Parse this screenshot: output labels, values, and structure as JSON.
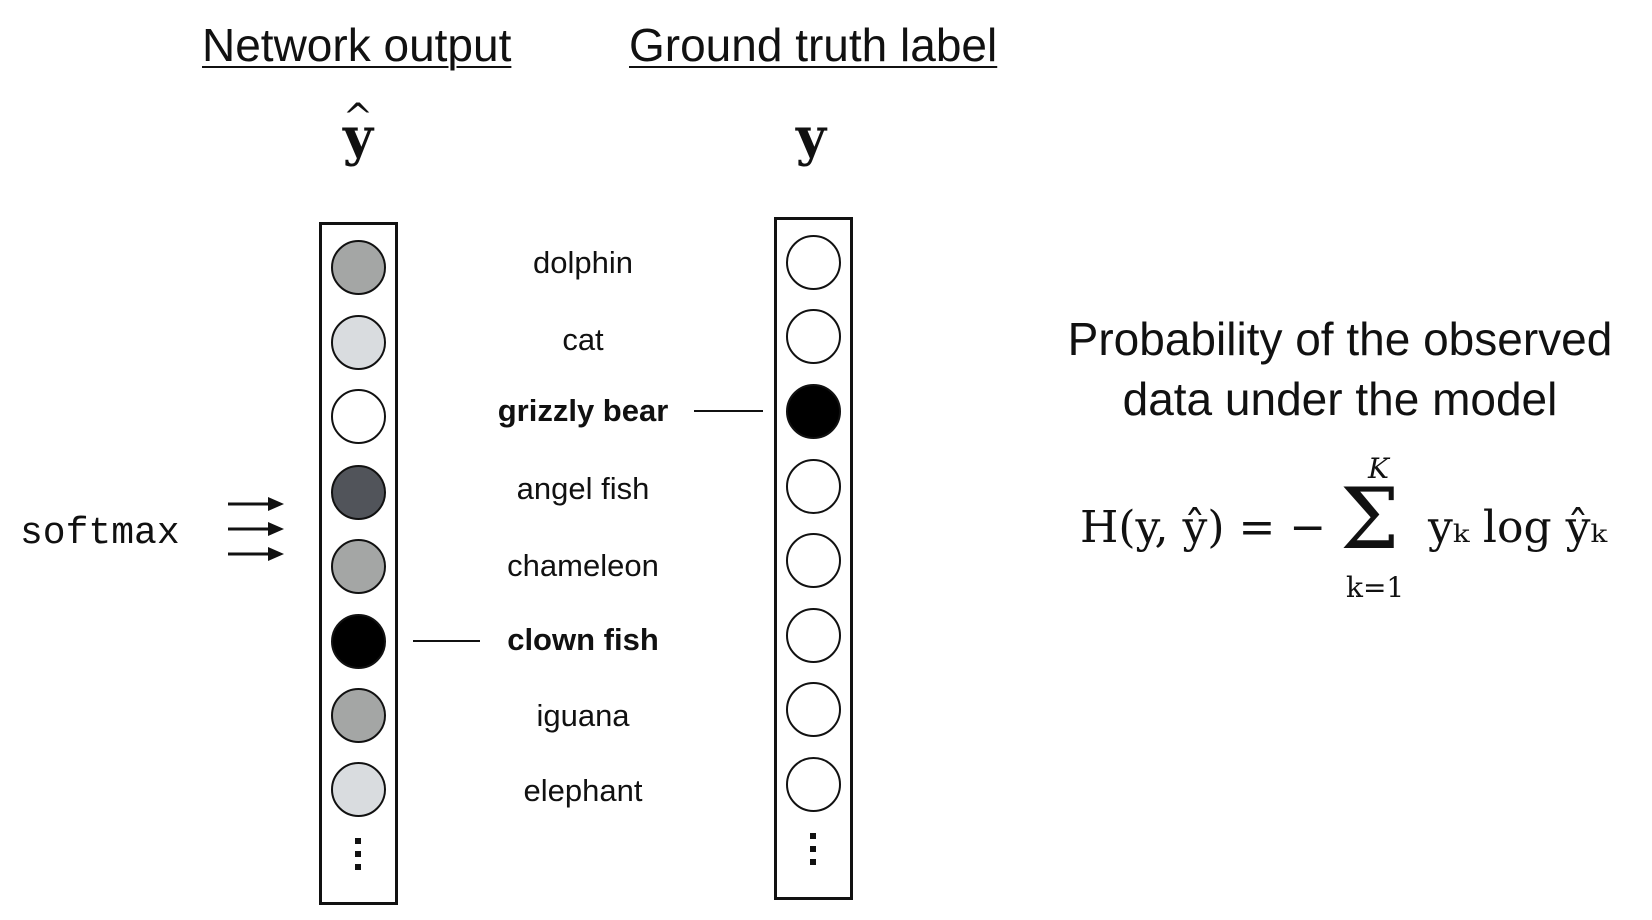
{
  "headings": {
    "output": "Network output",
    "truth": "Ground truth label"
  },
  "symbols": {
    "output_vector": "y",
    "output_hat": "^",
    "truth_vector": "y"
  },
  "softmax_label": "softmax",
  "classes": [
    {
      "label": "dolphin",
      "highlight": false
    },
    {
      "label": "cat",
      "highlight": false
    },
    {
      "label": "grizzly bear",
      "highlight": true
    },
    {
      "label": "angel fish",
      "highlight": false
    },
    {
      "label": "chameleon",
      "highlight": false
    },
    {
      "label": "clown fish",
      "highlight": true
    },
    {
      "label": "iguana",
      "highlight": false
    },
    {
      "label": "elephant",
      "highlight": false
    }
  ],
  "output_shades": [
    "#a4a6a5",
    "#d9dcdf",
    "#ffffff",
    "#51545a",
    "#a4a6a5",
    "#000000",
    "#a4a6a5",
    "#d9dcdf"
  ],
  "truth_shades": [
    "#ffffff",
    "#ffffff",
    "#000000",
    "#ffffff",
    "#ffffff",
    "#ffffff",
    "#ffffff",
    "#ffffff"
  ],
  "caption": {
    "line1": "Probability of the observed",
    "line2": "data under the model"
  },
  "formula": {
    "lhs": "H(y, ŷ) = −",
    "sigma": "Σ",
    "upper": "K",
    "lower": "k=1",
    "rhs": "yₖ log ŷₖ"
  }
}
